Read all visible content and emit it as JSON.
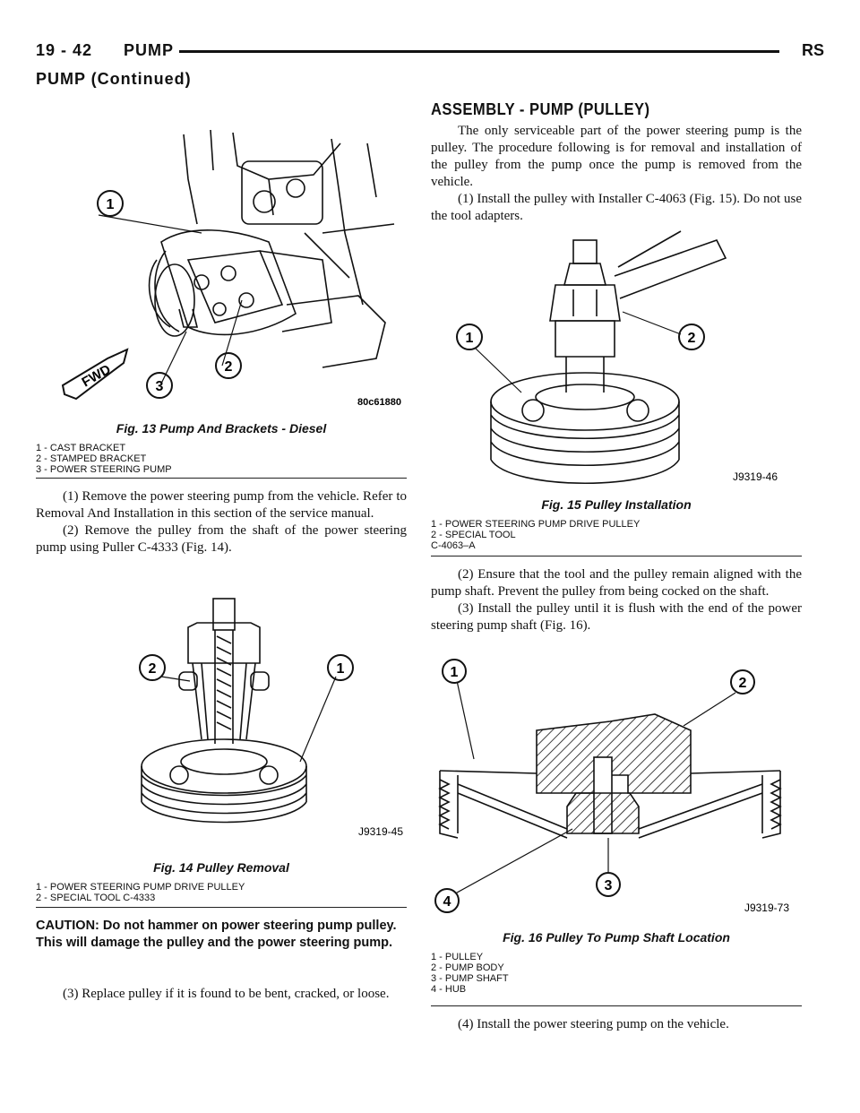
{
  "header": {
    "page_number": "19 - 42",
    "section": "PUMP",
    "model_code": "RS"
  },
  "continued": "PUMP (Continued)",
  "left": {
    "fig13": {
      "image_code": "80c61880",
      "fwd_label": "FWD",
      "callouts": [
        "1",
        "2",
        "3"
      ],
      "caption": "Fig. 13 Pump And Brackets - Diesel",
      "legend": [
        "1 - CAST BRACKET",
        "2 - STAMPED BRACKET",
        "3 - POWER STEERING PUMP"
      ]
    },
    "para1": "(1) Remove the power steering pump from the vehicle. Refer to Removal And Installation in this section of the service manual.",
    "para2": "(2) Remove the pulley from the shaft of the power steering pump using Puller C-4333 (Fig. 14).",
    "fig14": {
      "image_code": "J9319-45",
      "callouts": [
        "1",
        "2"
      ],
      "caption": "Fig. 14 Pulley Removal",
      "legend": [
        "1 - POWER STEERING PUMP DRIVE PULLEY",
        "2 - SPECIAL TOOL C-4333"
      ]
    },
    "caution": "CAUTION: Do not hammer on power steering pump pulley. This will damage the pulley and the power steering pump.",
    "para3": "(3) Replace pulley if it is found to be bent, cracked, or loose."
  },
  "right": {
    "heading": "ASSEMBLY - PUMP (PULLEY)",
    "para1": "The only serviceable part of the power steering pump is the pulley. The procedure following is for removal and installation of the pulley from the pump once the pump is removed from the vehicle.",
    "para2": "(1) Install the pulley with Installer C-4063 (Fig. 15). Do not use the tool adapters.",
    "fig15": {
      "image_code": "J9319-46",
      "callouts": [
        "1",
        "2"
      ],
      "caption": "Fig. 15 Pulley Installation",
      "legend": [
        "1 - POWER STEERING PUMP DRIVE PULLEY",
        "2 - SPECIAL TOOL",
        "C-4063–A"
      ]
    },
    "para3": "(2) Ensure that the tool and the pulley remain aligned with the pump shaft. Prevent the pulley from being cocked on the shaft.",
    "para4": "(3) Install the pulley until it is flush with the end of the power steering pump shaft (Fig. 16).",
    "fig16": {
      "image_code": "J9319-73",
      "callouts": [
        "1",
        "2",
        "3",
        "4"
      ],
      "caption": "Fig. 16 Pulley To Pump Shaft Location",
      "legend": [
        "1 - PULLEY",
        "2 - PUMP BODY",
        "3 - PUMP SHAFT",
        "4 - HUB"
      ]
    },
    "para5": "(4) Install the power steering pump on the vehicle."
  }
}
